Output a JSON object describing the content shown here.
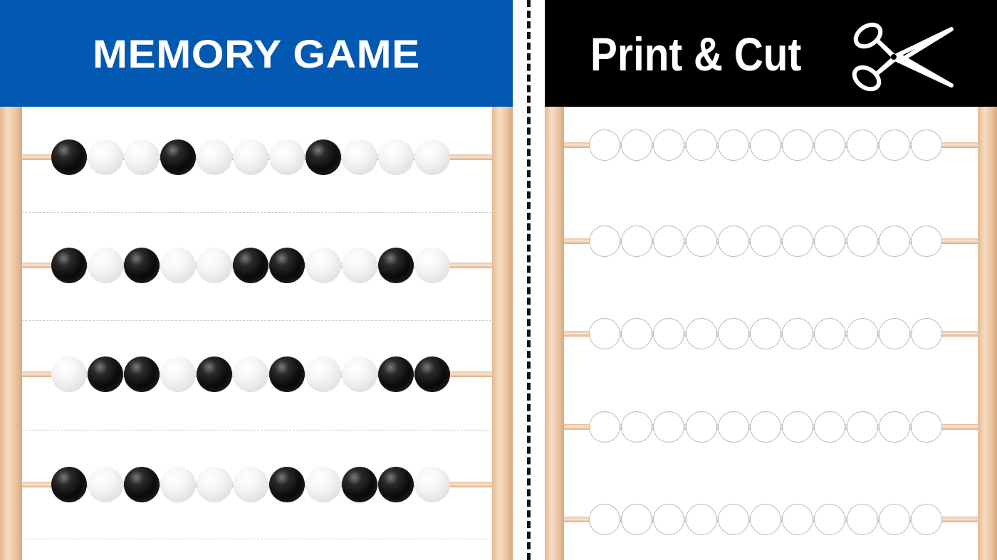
{
  "left": {
    "title": "MEMORY GAME",
    "header_color": "#0359B1",
    "bead_rows": [
      [
        "black",
        "white",
        "white",
        "black",
        "white",
        "white",
        "white",
        "black",
        "white",
        "white",
        "white"
      ],
      [
        "black",
        "white",
        "black",
        "white",
        "white",
        "black",
        "black",
        "white",
        "white",
        "black",
        "white"
      ],
      [
        "white",
        "black",
        "black",
        "white",
        "black",
        "white",
        "black",
        "white",
        "white",
        "black",
        "black"
      ],
      [
        "black",
        "white",
        "black",
        "white",
        "white",
        "white",
        "black",
        "white",
        "black",
        "black",
        "white"
      ]
    ]
  },
  "right": {
    "title": "Print & Cut",
    "header_color": "#000000",
    "icon": "scissors-icon",
    "rows": 5,
    "beads_per_row": 11
  },
  "colors": {
    "wood": "#e3b993",
    "bead_black": "#000000",
    "bead_white": "#f0f0f0",
    "outline": "#b9b9b9"
  }
}
